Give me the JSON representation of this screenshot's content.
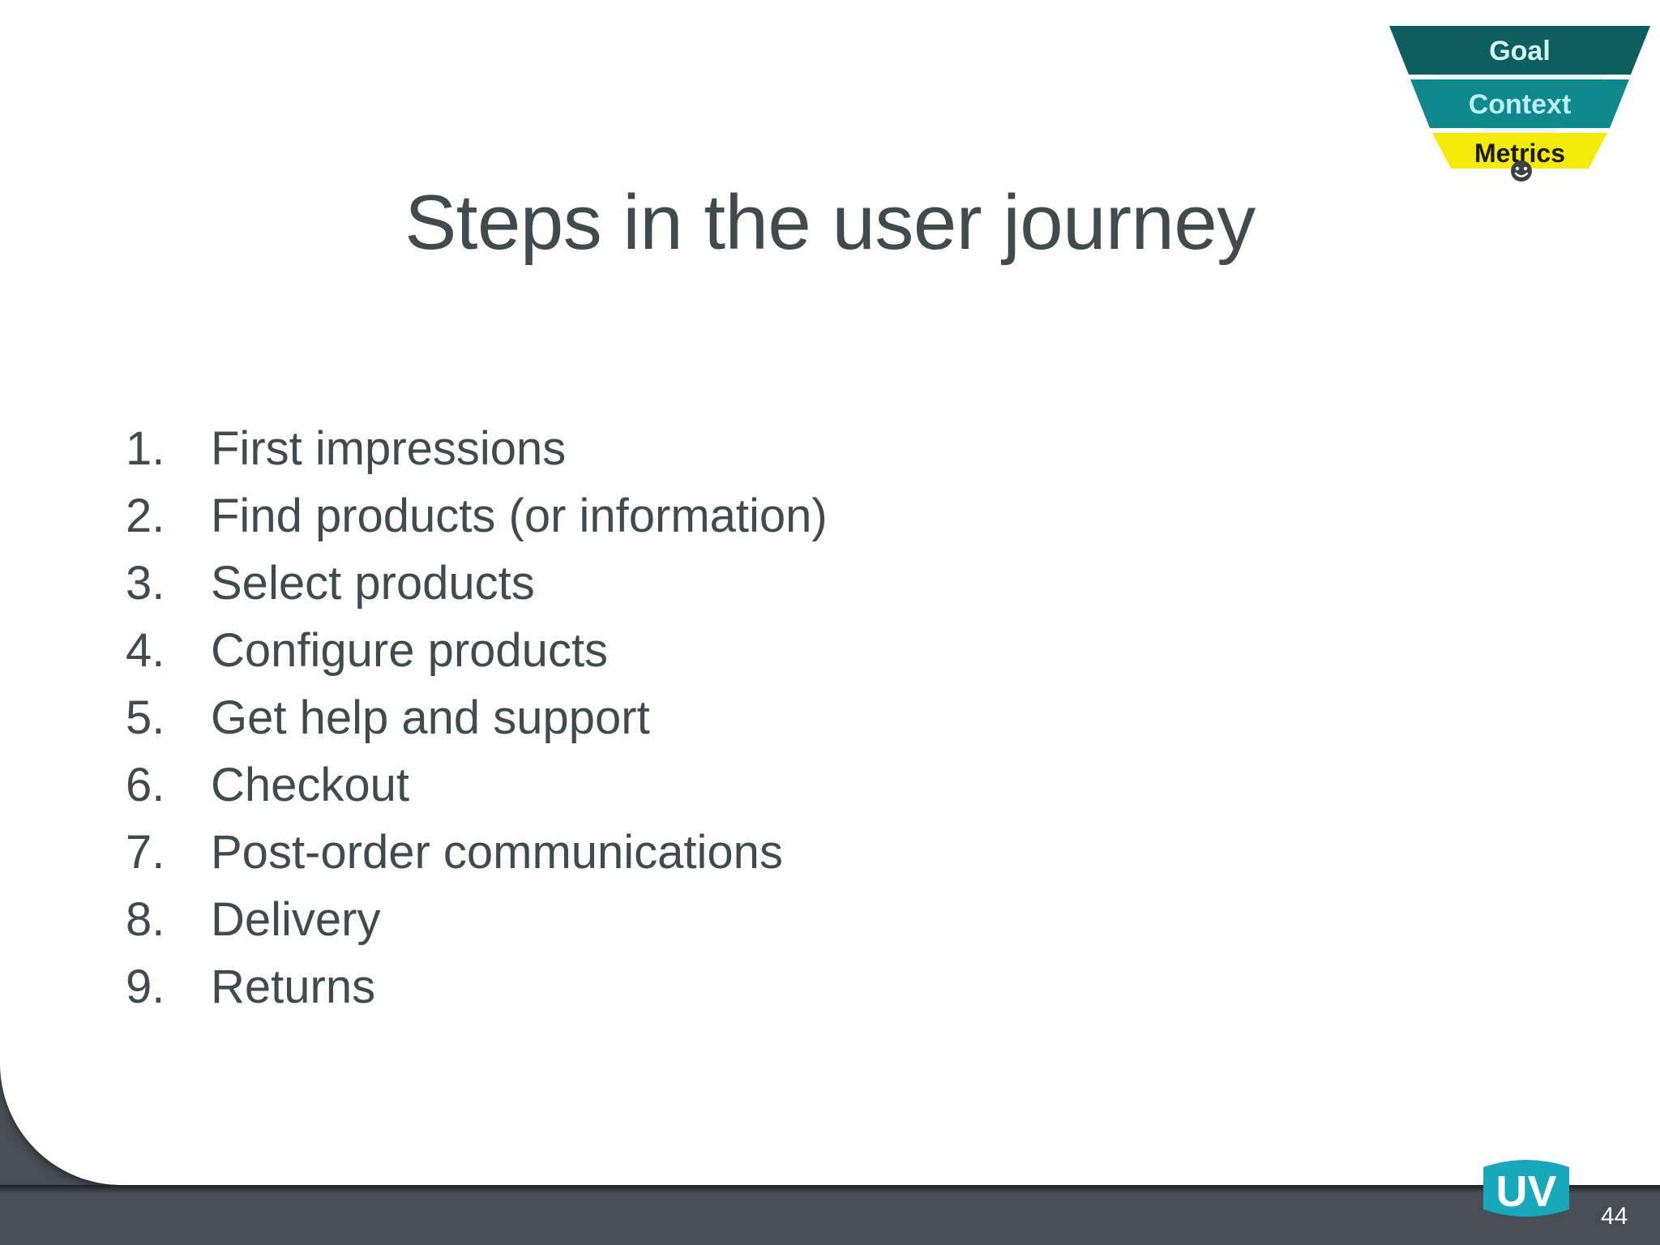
{
  "slide": {
    "title": "Steps in the user journey",
    "page_number": "44",
    "title_color": "#404b4e",
    "background_color": "#474e54",
    "sheet_color": "#ffffff"
  },
  "funnel_logo": {
    "name": "goal-context-metrics-funnel",
    "bands": [
      {
        "label": "Goal",
        "fill": "#0d5f5f",
        "text_color": "#d8f2f2"
      },
      {
        "label": "Context",
        "fill": "#10898c",
        "text_color": "#bdf0f5"
      },
      {
        "label": "Metrics",
        "fill": "#f5eb09",
        "text_color": "#1a1a00"
      }
    ],
    "tip_icon": "smiley-face-icon"
  },
  "steps": [
    {
      "num": "1.",
      "label": "First impressions"
    },
    {
      "num": "2.",
      "label": "Find products (or information)"
    },
    {
      "num": "3.",
      "label": "Select products"
    },
    {
      "num": "4.",
      "label": "Configure products"
    },
    {
      "num": "5.",
      "label": "Get help and support"
    },
    {
      "num": "6.",
      "label": "Checkout"
    },
    {
      "num": "7.",
      "label": "Post-order communications"
    },
    {
      "num": "8.",
      "label": "Delivery"
    },
    {
      "num": "9.",
      "label": "Returns"
    }
  ],
  "brand_logo": {
    "name": "uv-logo",
    "text": "UV",
    "fill": "#17a8bb",
    "text_color": "#ffffff"
  }
}
